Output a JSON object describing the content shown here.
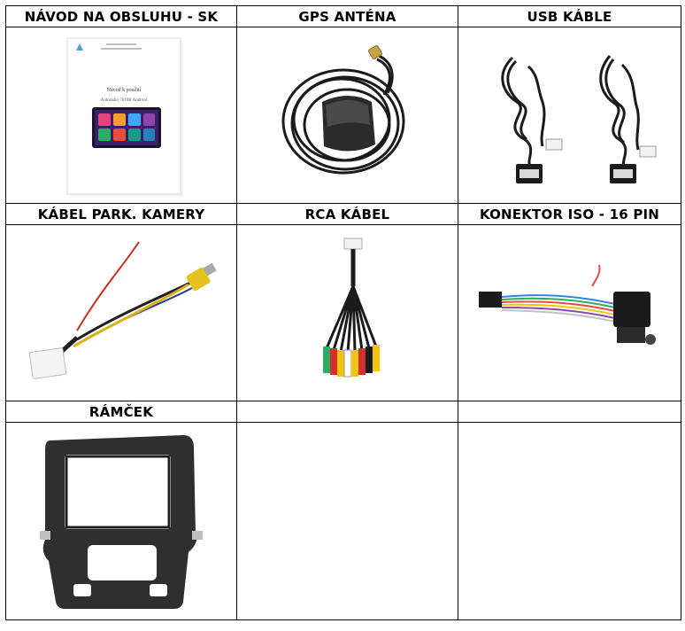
{
  "cells": [
    {
      "label": "NÁVOD NA OBSLUHU - SK"
    },
    {
      "label": "GPS ANTÉNA"
    },
    {
      "label": "USB KÁBLE"
    },
    {
      "label": "KÁBEL PARK. KAMERY"
    },
    {
      "label": "RCA KÁBEL"
    },
    {
      "label": "KONEKTOR ISO - 16 PIN"
    },
    {
      "label": "RÁMČEK"
    },
    {
      "label": ""
    },
    {
      "label": ""
    }
  ],
  "manual": {
    "title": "Návod k použití",
    "subtitle": "Autorádio 7610B Android"
  }
}
